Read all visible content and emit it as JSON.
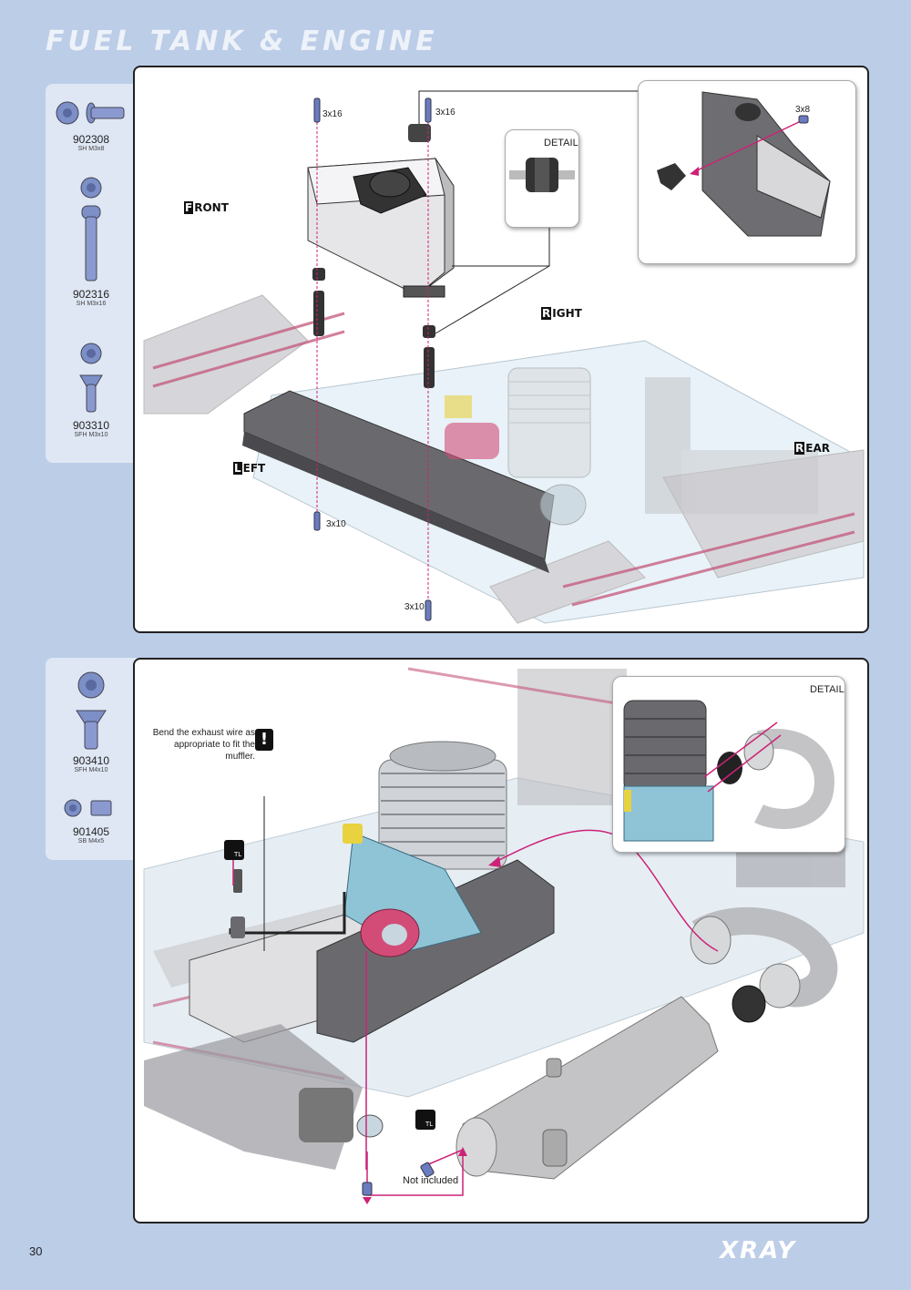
{
  "page": {
    "title": "FUEL TANK & ENGINE",
    "page_number": "30",
    "logo": "XRAY"
  },
  "step1": {
    "parts": [
      {
        "number": "902308",
        "desc": "SH M3x8",
        "icon": "button-head-screw-icon"
      },
      {
        "number": "902316",
        "desc": "SH M3x16",
        "icon": "socket-head-screw-icon"
      },
      {
        "number": "903310",
        "desc": "SFH M3x10",
        "icon": "flat-head-screw-icon"
      }
    ],
    "labels": {
      "screw_top_left": "3x16",
      "screw_top_mid": "3x16",
      "screw_bottom_left": "3x10",
      "screw_bottom_mid": "3x10",
      "detail_screw": "3x8",
      "detail": "DETAIL"
    },
    "directions": {
      "front": {
        "cap": "F",
        "rest": "RONT"
      },
      "right": {
        "cap": "R",
        "rest": "IGHT"
      },
      "rear": {
        "cap": "R",
        "rest": "EAR"
      },
      "left": {
        "cap": "L",
        "rest": "EFT"
      }
    }
  },
  "step2": {
    "parts": [
      {
        "number": "903410",
        "desc": "SFH M4x10",
        "icon": "flat-head-screw-icon"
      },
      {
        "number": "901405",
        "desc": "SB M4x5",
        "icon": "set-screw-icon"
      }
    ],
    "labels": {
      "note_line1": "Bend the exhaust wire as",
      "note_line2": "appropriate to fit the muffler.",
      "warning": "!",
      "detail": "DETAIL",
      "not_included": "Not included",
      "threadlock": "TL"
    }
  },
  "colors": {
    "accent": "#cc2277",
    "background": "#bccde8",
    "sidebar": "#dfe7f4"
  }
}
